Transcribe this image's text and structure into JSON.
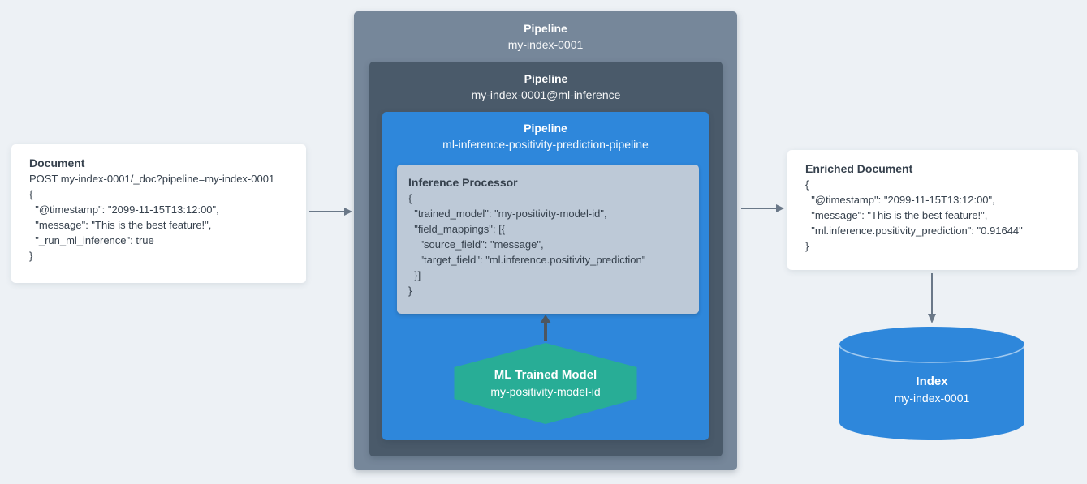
{
  "colors": {
    "background": "#edf1f5",
    "outer_pipeline_box": "#76879a",
    "ml_inference_pipeline_box": "#4a5a6a",
    "inference_pipeline_box": "#2e87db",
    "processor_box": "#bdc9d7",
    "model_hexagon": "#28ad96",
    "index_cylinder": "#2e87db",
    "card_background": "#ffffff",
    "dark_text": "#36414d",
    "arrow_gray": "#6a7888",
    "arrow_dark": "#4d565f"
  },
  "document_card": {
    "title": "Document",
    "code": [
      "POST my-index-0001/_doc?pipeline=my-index-0001",
      "{",
      "  \"@timestamp\": \"2099-11-15T13:12:00\",",
      "  \"message\": \"This is the best feature!\",",
      "  \"_run_ml_inference\": true",
      "}"
    ]
  },
  "outer_pipeline": {
    "type_label": "Pipeline",
    "name": "my-index-0001"
  },
  "ml_inference_pipeline": {
    "type_label": "Pipeline",
    "name": "my-index-0001@ml-inference"
  },
  "inference_pipeline": {
    "type_label": "Pipeline",
    "name": "ml-inference-positivity-prediction-pipeline"
  },
  "inference_processor": {
    "title": "Inference Processor",
    "code": [
      "{",
      "  \"trained_model\": \"my-positivity-model-id\",",
      "  \"field_mappings\": [{",
      "    \"source_field\": \"message\",",
      "    \"target_field\": \"ml.inference.positivity_prediction\"",
      "  }]",
      "}"
    ]
  },
  "ml_trained_model": {
    "title": "ML Trained Model",
    "name": "my-positivity-model-id"
  },
  "enriched_document_card": {
    "title": "Enriched Document",
    "code": [
      "{",
      "  \"@timestamp\": \"2099-11-15T13:12:00\",",
      "  \"message\": \"This is the best feature!\",",
      "  \"ml.inference.positivity_prediction\": \"0.91644\"",
      "}"
    ]
  },
  "index": {
    "title": "Index",
    "name": "my-index-0001"
  }
}
